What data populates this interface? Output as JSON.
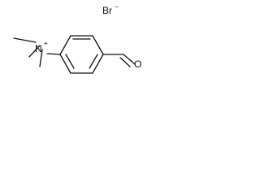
{
  "molecule": {
    "counter_ion": {
      "symbol": "Br",
      "charge": "−"
    },
    "nitrogen": {
      "symbol": "N",
      "charge": "+"
    },
    "carbonyl_oxygen": {
      "symbol": "O"
    }
  }
}
